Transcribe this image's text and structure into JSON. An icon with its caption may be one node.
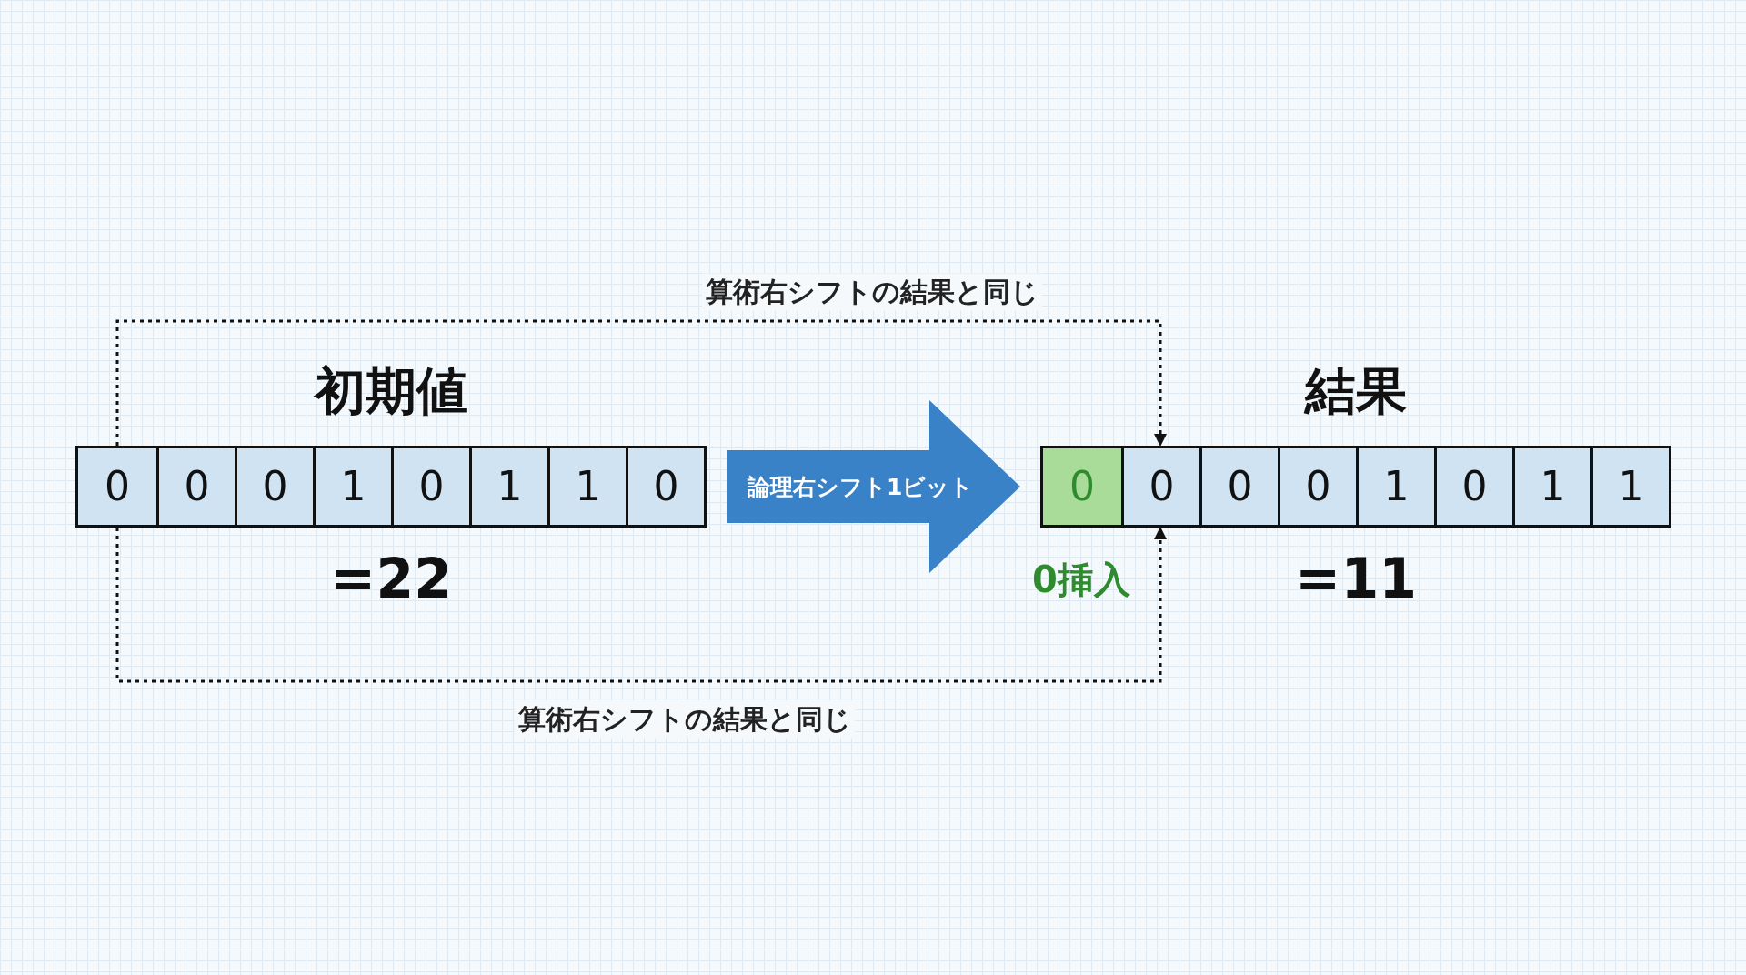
{
  "diagram": {
    "nodes": [
      {
        "text": [
          "初期値"
        ],
        "beside": [
          "=22"
        ]
      },
      {
        "text": [
          "0"
        ],
        "in": 0
      },
      {
        "text": [
          "0"
        ],
        "in": 0
      },
      {
        "text": [
          "0"
        ],
        "in": 0
      },
      {
        "text": [
          "1"
        ],
        "in": 0
      },
      {
        "text": [
          "0"
        ],
        "in": 0
      },
      {
        "text": [
          "1"
        ],
        "in": 0
      },
      {
        "text": [
          "1"
        ],
        "in": 0
      },
      {
        "text": [
          "0"
        ],
        "in": 0
      },
      {
        "text": [
          "結果"
        ],
        "beside": [
          "=11"
        ]
      },
      {
        "text": [
          "0"
        ],
        "in": 9
      },
      {
        "text": [
          "0"
        ],
        "in": 9
      },
      {
        "text": [
          "0"
        ],
        "in": 9
      },
      {
        "text": [
          "0"
        ],
        "in": 9
      },
      {
        "text": [
          "1"
        ],
        "in": 9
      },
      {
        "text": [
          "0"
        ],
        "in": 9
      },
      {
        "text": [
          "1"
        ],
        "in": 9
      },
      {
        "text": [
          "1"
        ],
        "in": 9
      }
    ],
    "edges": [
      {
        "from": 0,
        "to": 9,
        "arrow": "to",
        "style": "thick",
        "color": "#3a82c8",
        "label": "論理右シフト1ビット"
      },
      {
        "from": 1,
        "to": 11,
        "arrow": "to",
        "style": "dashed",
        "label": "算術右シフトの結果と同じ"
      },
      {
        "from": 1,
        "to": 11,
        "arrow": "to",
        "style": "dashed",
        "label": "算術右シフトの結果と同じ"
      }
    ],
    "labels": [
      "0挿入"
    ]
  }
}
